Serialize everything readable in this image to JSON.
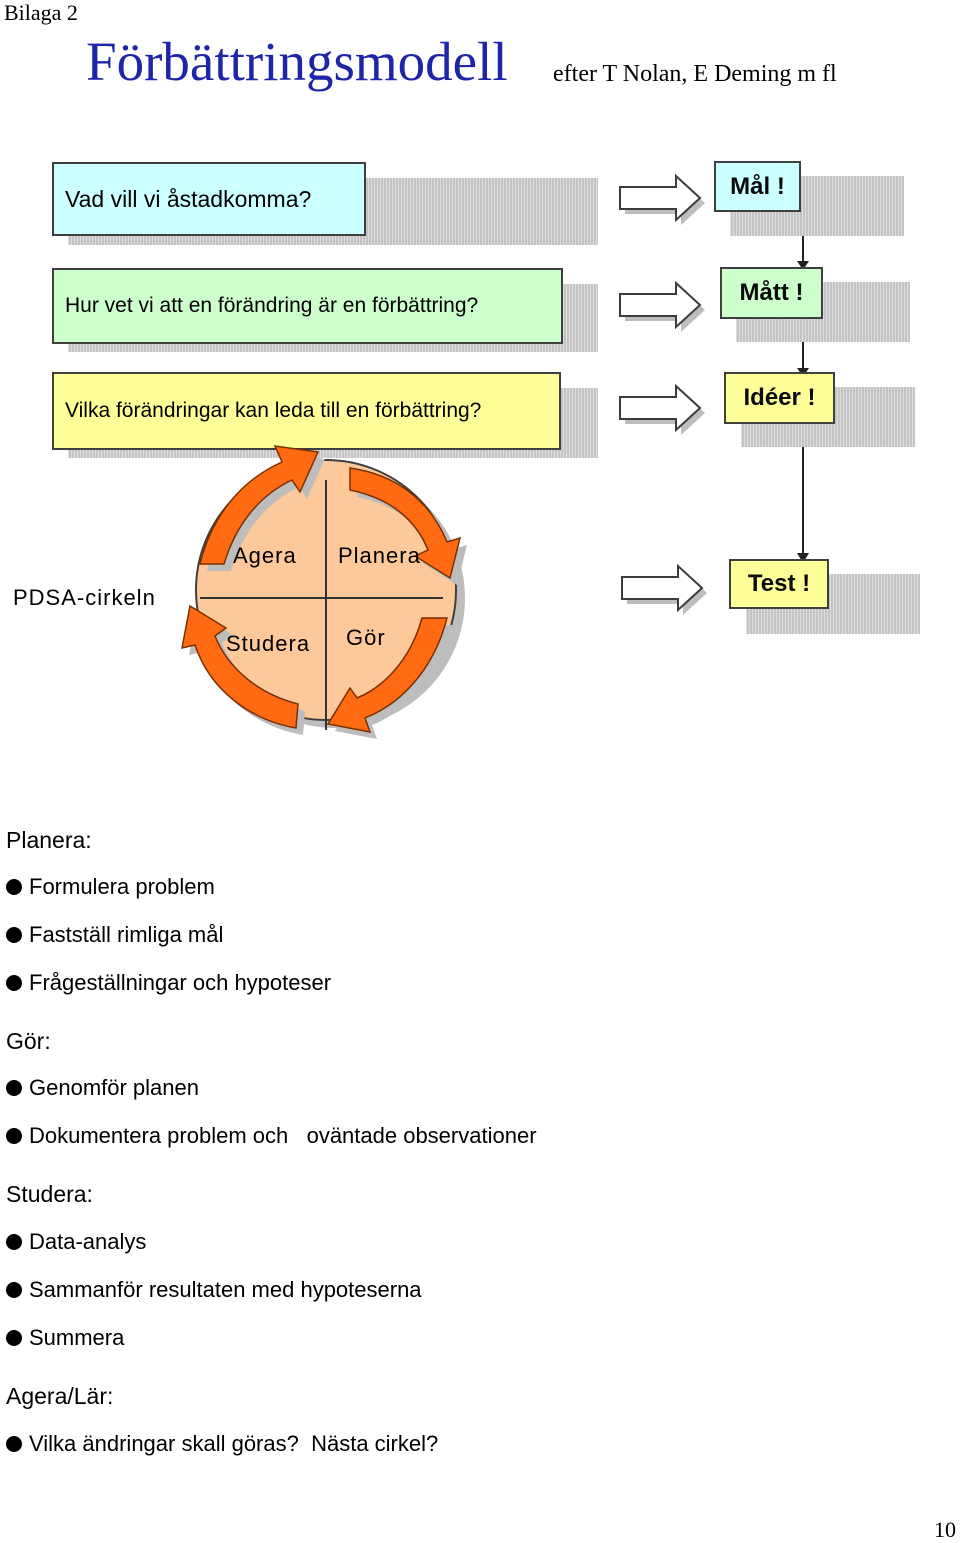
{
  "header": {
    "appendix": "Bilaga 2",
    "title": "Förbättringsmodell",
    "subtitle": "efter T Nolan, E Deming m fl",
    "title_color": "#1f25a8"
  },
  "questions": [
    {
      "text": "Vad vill vi åstadkomma?",
      "color": "#ccffff"
    },
    {
      "text": "Hur vet vi att en förändring är en förbättring?",
      "color": "#ccffcc"
    },
    {
      "text": "Vilka förändringar kan leda till en förbättring?",
      "color": "#ffff99"
    }
  ],
  "answers": [
    "Mål !",
    "Mått !",
    "Idéer !",
    "Test !"
  ],
  "answer_color": "#ffff99",
  "cycle": {
    "label": "PDSA-cirkeln",
    "quadrants": [
      "Agera",
      "Planera",
      "Studera",
      "Gör"
    ],
    "circle_color": "#fdc99b",
    "arrow_color": "#ff6a13"
  },
  "sections": [
    {
      "title": "Planera:",
      "items": [
        "Formulera problem",
        "Fastställ rimliga mål",
        "Frågeställningar och hypoteser"
      ]
    },
    {
      "title": "Gör:",
      "items": [
        "Genomför planen",
        "Dokumentera problem och   oväntade observationer"
      ]
    },
    {
      "title": "Studera:",
      "items": [
        "Data-analys",
        "Sammanför resultaten med hypoteserna",
        "Summera"
      ]
    },
    {
      "title": "Agera/Lär:",
      "items": [
        "Vilka ändringar skall göras?  Nästa cirkel?"
      ]
    }
  ],
  "page_number": "10"
}
